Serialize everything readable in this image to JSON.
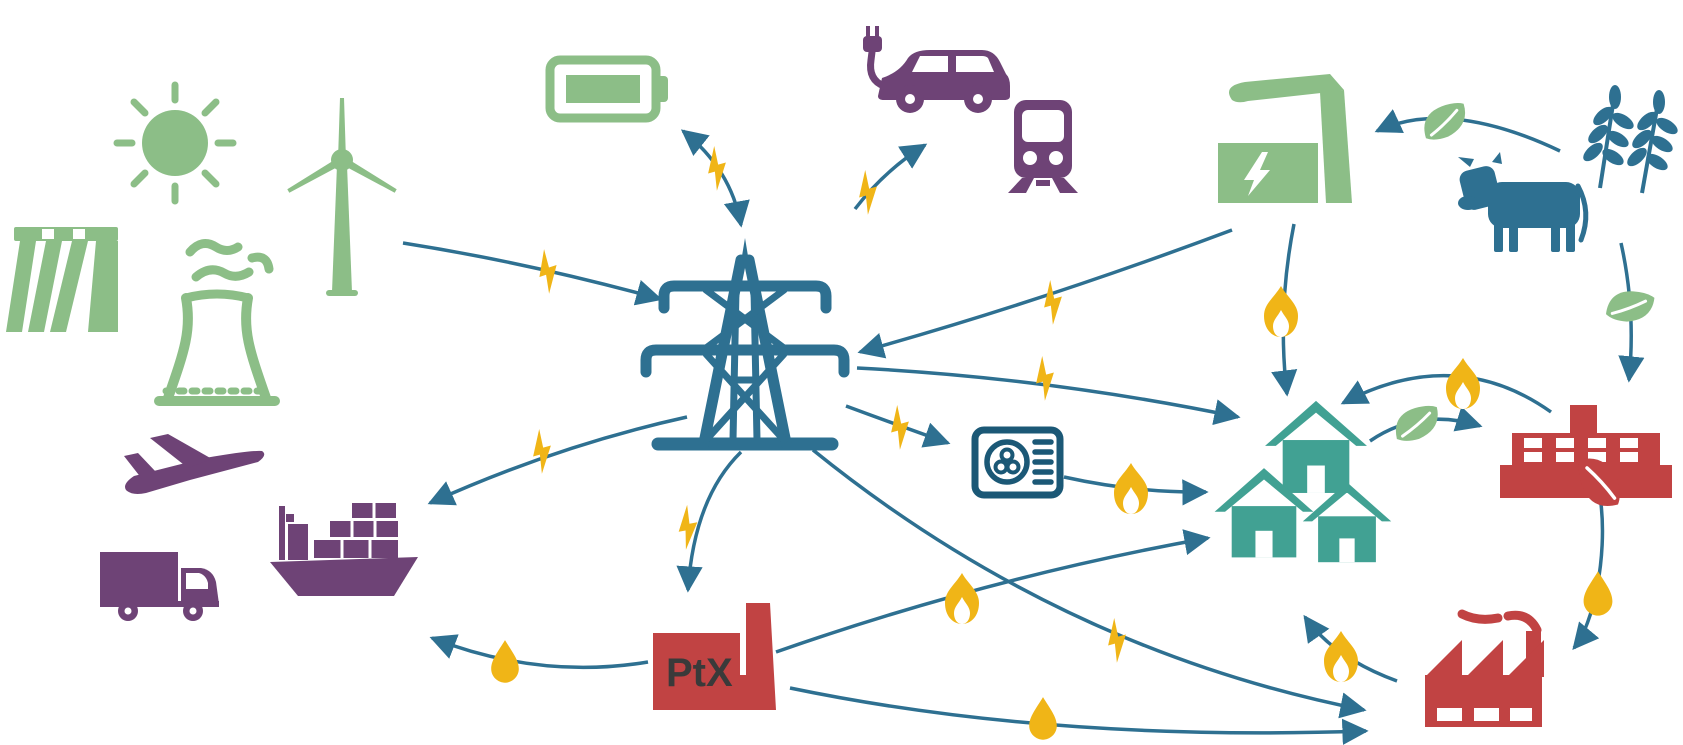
{
  "diagram": {
    "type": "energy-system-sector-coupling-flow-diagram",
    "background": "#ffffff",
    "labels": {
      "ptx_plant": "PtX"
    },
    "palette": {
      "renewables_green": "#8CBE87",
      "grid_blue": "#2E7091",
      "heatpump_dark_blue": "#1B5876",
      "transport_purple": "#6E4376",
      "houses_teal": "#41A193",
      "industry_red": "#C14343",
      "energy_marker_yellow": "#F0B517",
      "label_dark": "#3A3A3A",
      "cutout_white": "#FFFFFF"
    },
    "carriers": [
      {
        "id": "electricity",
        "marker": "lightning-bolt-icon",
        "color": "#F0B517"
      },
      {
        "id": "heat",
        "marker": "flame-icon",
        "color": "#F0B517"
      },
      {
        "id": "fuel",
        "marker": "droplet-icon",
        "color": "#F0B517"
      },
      {
        "id": "biomass",
        "marker": "leaf-icon",
        "color": "#8CBE87"
      }
    ],
    "nodes": [
      {
        "id": "sun",
        "icon": "sun-icon",
        "color": "#8CBE87"
      },
      {
        "id": "wind-turbine",
        "icon": "wind-turbine-icon",
        "color": "#8CBE87"
      },
      {
        "id": "hydro-dam",
        "icon": "hydro-dam-icon",
        "color": "#8CBE87"
      },
      {
        "id": "cooling-tower",
        "icon": "cooling-tower-icon",
        "color": "#8CBE87"
      },
      {
        "id": "battery",
        "icon": "battery-icon",
        "color": "#8CBE87"
      },
      {
        "id": "ev-car",
        "icon": "electric-car-icon",
        "color": "#6E4376"
      },
      {
        "id": "train",
        "icon": "train-icon",
        "color": "#6E4376"
      },
      {
        "id": "airplane",
        "icon": "airplane-icon",
        "color": "#6E4376"
      },
      {
        "id": "truck",
        "icon": "truck-icon",
        "color": "#6E4376"
      },
      {
        "id": "cargo-ship",
        "icon": "cargo-ship-icon",
        "color": "#6E4376"
      },
      {
        "id": "grid",
        "icon": "transmission-tower-icon",
        "color": "#2E7091"
      },
      {
        "id": "power-plant",
        "icon": "power-plant-icon",
        "color": "#8CBE87"
      },
      {
        "id": "cow",
        "icon": "cow-icon",
        "color": "#2E7091"
      },
      {
        "id": "wheat",
        "icon": "wheat-icon",
        "color": "#2E7091"
      },
      {
        "id": "ptx-plant",
        "icon": "ptx-factory-icon",
        "color": "#C14343",
        "label": "PtX"
      },
      {
        "id": "heat-pump",
        "icon": "heat-pump-icon",
        "color": "#1B5876"
      },
      {
        "id": "houses",
        "icon": "house-icon",
        "color": "#41A193"
      },
      {
        "id": "industry",
        "icon": "industry-building-icon",
        "color": "#C14343"
      },
      {
        "id": "district-heating-plant",
        "icon": "district-heating-plant-icon",
        "color": "#C14343"
      }
    ],
    "edges": [
      {
        "from": "renewables-cluster",
        "to": "grid",
        "carrier": "electricity"
      },
      {
        "from": "grid",
        "to": "battery",
        "carrier": "electricity",
        "bidirectional": true
      },
      {
        "from": "grid",
        "to": "ev-car",
        "carrier": "electricity"
      },
      {
        "from": "power-plant",
        "to": "grid",
        "carrier": "electricity"
      },
      {
        "from": "grid",
        "to": "houses",
        "carrier": "electricity"
      },
      {
        "from": "grid",
        "to": "heat-pump",
        "carrier": "electricity"
      },
      {
        "from": "heat-pump",
        "to": "houses",
        "carrier": "heat"
      },
      {
        "from": "grid",
        "to": "ptx-plant",
        "carrier": "electricity"
      },
      {
        "from": "grid",
        "to": "cargo-ship",
        "carrier": "electricity"
      },
      {
        "from": "grid",
        "to": "district-heating-plant",
        "carrier": "electricity"
      },
      {
        "from": "ptx-plant",
        "to": "cargo-ship",
        "carrier": "fuel"
      },
      {
        "from": "ptx-plant",
        "to": "houses",
        "carrier": "heat"
      },
      {
        "from": "ptx-plant",
        "to": "district-heating-plant",
        "carrier": "fuel"
      },
      {
        "from": "power-plant",
        "to": "houses",
        "carrier": "heat"
      },
      {
        "from": "biomass-cluster",
        "to": "power-plant",
        "carrier": "biomass"
      },
      {
        "from": "wheat",
        "to": "industry",
        "carrier": "biomass"
      },
      {
        "from": "industry",
        "to": "houses",
        "carrier": "heat"
      },
      {
        "from": "houses",
        "to": "industry",
        "carrier": "biomass"
      },
      {
        "from": "industry",
        "to": "district-heating-plant",
        "carrier": "fuel"
      },
      {
        "from": "district-heating-plant",
        "to": "houses",
        "carrier": "heat"
      }
    ]
  }
}
